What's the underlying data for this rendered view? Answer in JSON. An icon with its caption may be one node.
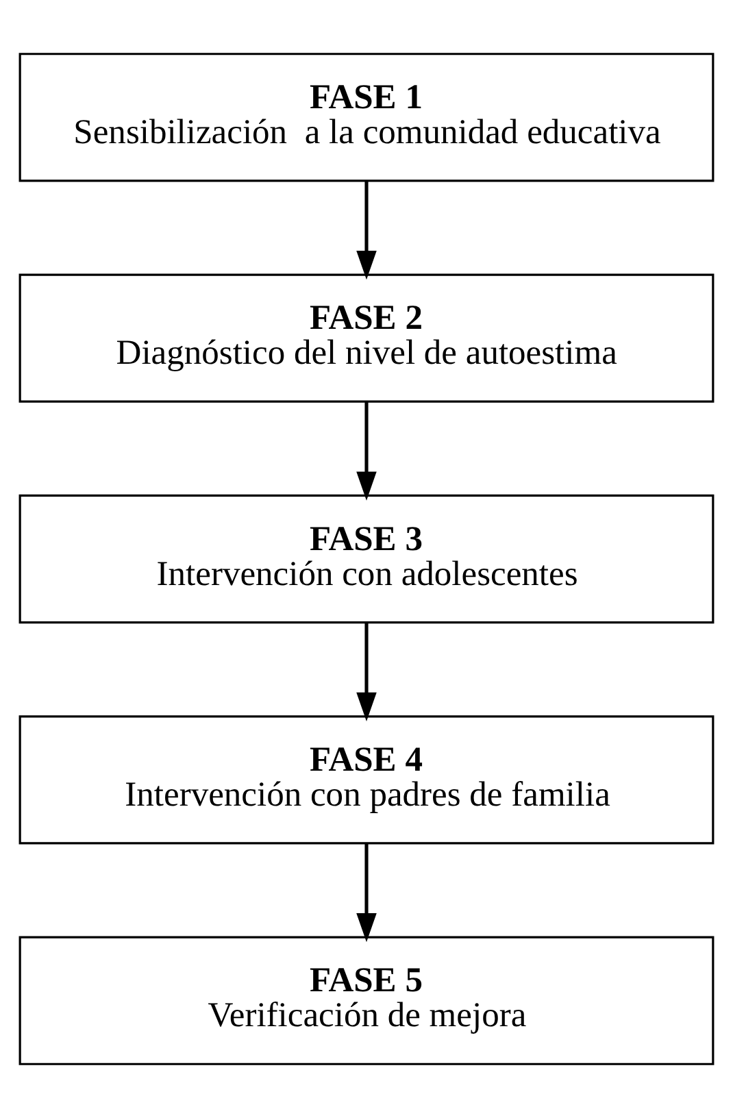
{
  "diagram": {
    "nodes": [
      {
        "text": [
          "FASE 1",
          "Sensibilización  a la comunidad educativa"
        ]
      },
      {
        "text": [
          "FASE 2",
          "Diagnóstico del nivel de autoestima"
        ]
      },
      {
        "text": [
          "FASE 3",
          "Intervención con adolescentes"
        ]
      },
      {
        "text": [
          "FASE 4",
          "Intervención con padres de familia"
        ]
      },
      {
        "text": [
          "FASE 5",
          "Verificación de mejora"
        ]
      }
    ],
    "edges": [
      {
        "from": 0,
        "to": 1,
        "arrow": "to"
      },
      {
        "from": 1,
        "to": 2,
        "arrow": "to"
      },
      {
        "from": 2,
        "to": 3,
        "arrow": "to"
      },
      {
        "from": 3,
        "to": 4,
        "arrow": "to"
      }
    ]
  }
}
